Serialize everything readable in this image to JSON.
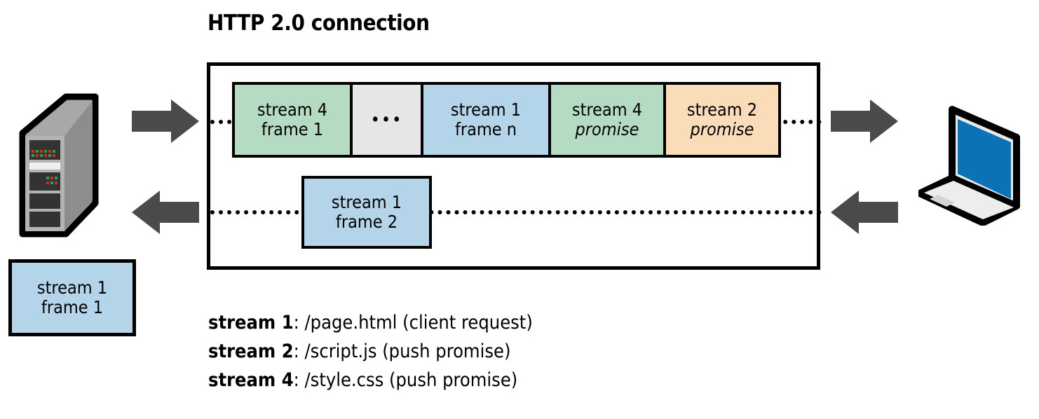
{
  "title": "HTTP 2.0 connection",
  "colors": {
    "stream_green": "#b5dcc2",
    "stream_blue": "#b3d4e9",
    "stream_peach": "#fbdcb8",
    "ellipsis_gray": "#e6e6e6",
    "arrow_gray": "#4a4a4a",
    "laptop_screen_blue": "#0b72b5",
    "outline_black": "#000000"
  },
  "icons": {
    "server": "server-icon",
    "laptop": "laptop-icon",
    "arrow_right_upper": "arrow-right-icon",
    "arrow_left_lower": "arrow-left-icon"
  },
  "request_channel": {
    "frames": [
      {
        "line1": "stream 4",
        "line2": "frame 1",
        "fill": "green",
        "italic_sub": false
      },
      {
        "line1": "",
        "line2": "•••",
        "fill": "gray",
        "italic_sub": false
      },
      {
        "line1": "stream 1",
        "line2": "frame n",
        "fill": "blue",
        "italic_sub": false
      },
      {
        "line1": "stream 4",
        "line2": "promise",
        "fill": "green",
        "italic_sub": true
      },
      {
        "line1": "stream 2",
        "line2": "promise",
        "fill": "peach",
        "italic_sub": true
      }
    ]
  },
  "response_channel": {
    "frame": {
      "line1": "stream 1",
      "line2": "frame 2",
      "fill": "blue"
    }
  },
  "detached_frame": {
    "line1": "stream 1",
    "line2": "frame 1",
    "fill": "blue"
  },
  "legend": {
    "rows": [
      {
        "key": "stream 1",
        "value": ": /page.html  (client request)"
      },
      {
        "key": "stream 2",
        "value": ": /script.js  (push promise)"
      },
      {
        "key": "stream 4",
        "value": ": /style.css  (push promise)"
      }
    ]
  }
}
